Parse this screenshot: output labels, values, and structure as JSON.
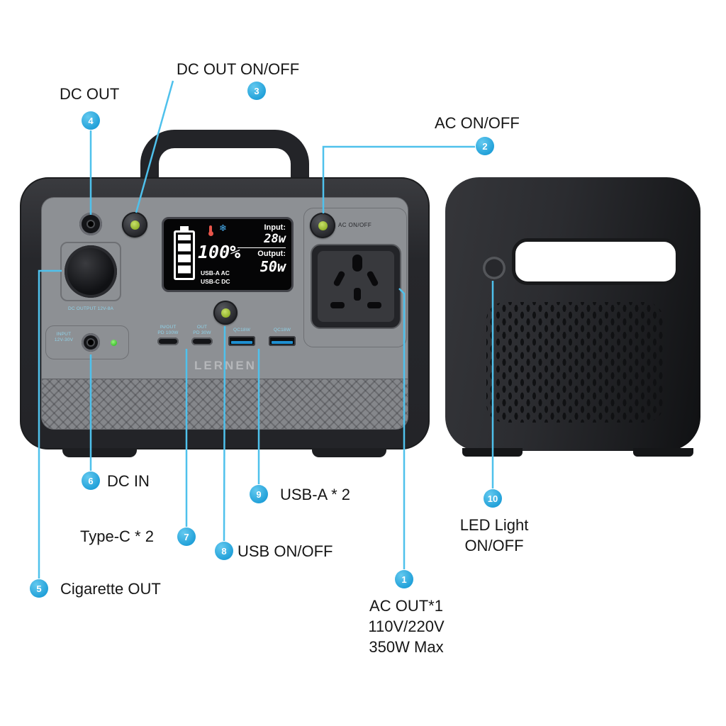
{
  "colors": {
    "accent": "#29abe2",
    "line": "#4fc1ec",
    "port_label": "#8fd3ea"
  },
  "callouts": {
    "dc_out_onoff": {
      "num": "3",
      "label": "DC OUT ON/OFF"
    },
    "dc_out": {
      "num": "4",
      "label": "DC OUT"
    },
    "ac_onoff": {
      "num": "2",
      "label": "AC ON/OFF"
    },
    "cigarette_out": {
      "num": "5",
      "label": "Cigarette OUT"
    },
    "dc_in": {
      "num": "6",
      "label": "DC IN"
    },
    "type_c": {
      "num": "7",
      "label": "Type-C * 2"
    },
    "usb_onoff": {
      "num": "8",
      "label": "USB ON/OFF"
    },
    "usb_a": {
      "num": "9",
      "label": "USB-A * 2"
    },
    "led_light": {
      "num": "10",
      "line1": "LED Light",
      "line2": "ON/OFF"
    },
    "ac_out": {
      "num": "1",
      "line1": "AC OUT*1",
      "line2": "110V/220V",
      "line3": "350W Max"
    }
  },
  "device": {
    "brand": "LERNEN",
    "display": {
      "battery_percent": "100%",
      "input_label": "Input:",
      "input_value": "28w",
      "output_label": "Output:",
      "output_value": "50w",
      "port_row1": "USB-A  AC",
      "port_row2": "USB-C  DC",
      "snowflake_icon": "❄"
    },
    "panel": {
      "ac_button_label": "AC ON/OFF",
      "cigarette_label": "DC OUTPUT 12V-8A",
      "input_label_line1": "INPUT",
      "input_label_line2": "12V-30V",
      "typec1_line1": "IN/OUT",
      "typec1_line2": "PD 100W",
      "typec2_line1": "OUT",
      "typec2_line2": "PD 30W",
      "usba1_label": "QC18W",
      "usba2_label": "QC18W"
    }
  }
}
